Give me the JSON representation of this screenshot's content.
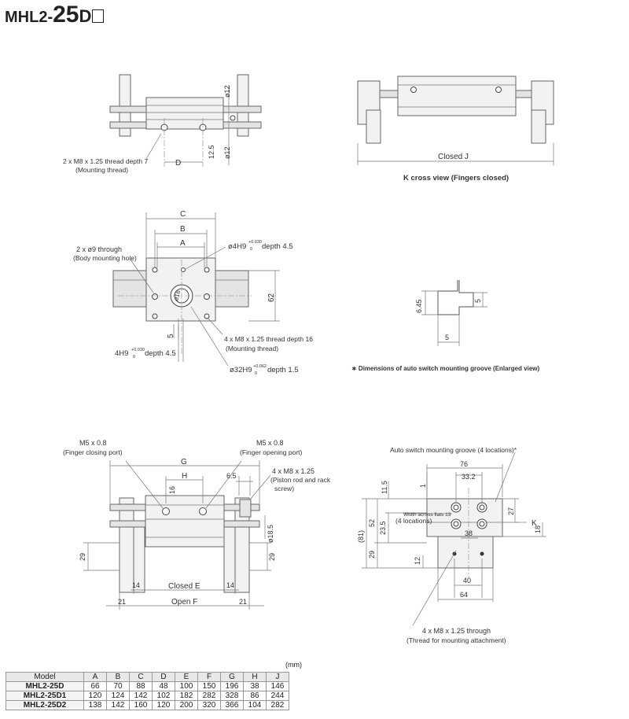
{
  "title": {
    "model": "MHL2-",
    "size": "25",
    "suffix": "D"
  },
  "top_left": {
    "thread_label": "2 x M8 x 1.25 thread depth 7",
    "thread_sub": "(Mounting thread)",
    "dim_d": "D",
    "dim_phi12_a": "ø12",
    "dim_12_5": "12.5",
    "dim_phi12_b": "ø12"
  },
  "top_right": {
    "closed_j": "Closed J",
    "caption": "K cross view (Fingers closed)"
  },
  "center": {
    "dim_c": "C",
    "dim_b": "B",
    "dim_a": "A",
    "through_label": "2 x ø9 through",
    "through_sub": "(Body mounting hole)",
    "pin_label": "ø4H9",
    "pin_tol_up": "+0.030",
    "pin_tol_lo": "0",
    "pin_depth": "depth 4.5",
    "dim_62": "62",
    "dim_5": "5",
    "thread16_label": "4 x M8 x 1.25 thread depth 16",
    "thread16_sub": "(Mounting thread)",
    "slot_label": "4H9",
    "slot_tol_up": "+0.030",
    "slot_tol_lo": "0",
    "slot_depth": "depth 4.5",
    "bore_label": "ø32H9",
    "bore_tol_up": "+0.062",
    "bore_tol_lo": "0",
    "bore_depth": "depth 1.5",
    "dim_phi16": "ø16"
  },
  "groove": {
    "dim_6_45": "6.45",
    "dim_5v": "5",
    "dim_5h": "5",
    "caption": "∗ Dimensions of auto switch mounting groove (Enlarged view)"
  },
  "front": {
    "port_close": "M5 x 0.8",
    "port_close_sub": "(Finger closing port)",
    "port_open": "M5 x 0.8",
    "port_open_sub": "(Finger opening port)",
    "dim_g": "G",
    "dim_h": "H",
    "dim_6_5": "6.5",
    "piston_label": "4 x M8 x 1.25",
    "piston_sub1": "(Piston rod and rack",
    "piston_sub2": "screw)",
    "dim_16": "16",
    "dim_phi18_5": "ø18.5",
    "dim_29_left": "29",
    "dim_29_right": "29",
    "dim_14_left": "14",
    "dim_14_right": "14",
    "closed_e": "Closed E",
    "dim_21_left": "21",
    "dim_21_right": "21",
    "open_f": "Open F"
  },
  "side": {
    "groove_label": "Auto switch mounting groove (4 locations)*",
    "dim_76": "76",
    "dim_33_2": "33.2",
    "dim_11_5": "11.5",
    "dim_1": "1",
    "flats_label": "Width across flats 13",
    "flats_sub": "(4 locations)",
    "dim_27": "27",
    "dim_k": "K",
    "dim_81": "(81)",
    "dim_52": "52",
    "dim_23_5": "23.5",
    "dim_29": "29",
    "dim_12": "12",
    "dim_18": "18",
    "dim_38": "38",
    "dim_40": "40",
    "dim_64": "64",
    "attach_label": "4 x M8 x 1.25 through",
    "attach_sub": "(Thread for mounting attachment)"
  },
  "table": {
    "unit": "(mm)",
    "headers": [
      "Model",
      "A",
      "B",
      "C",
      "D",
      "E",
      "F",
      "G",
      "H",
      "J"
    ],
    "rows": [
      {
        "model": "MHL2-25D",
        "values": [
          "66",
          "70",
          "88",
          "48",
          "100",
          "150",
          "196",
          "38",
          "146"
        ]
      },
      {
        "model": "MHL2-25D1",
        "values": [
          "120",
          "124",
          "142",
          "102",
          "182",
          "282",
          "328",
          "86",
          "244"
        ]
      },
      {
        "model": "MHL2-25D2",
        "values": [
          "138",
          "142",
          "160",
          "120",
          "200",
          "320",
          "366",
          "104",
          "282"
        ]
      }
    ]
  }
}
